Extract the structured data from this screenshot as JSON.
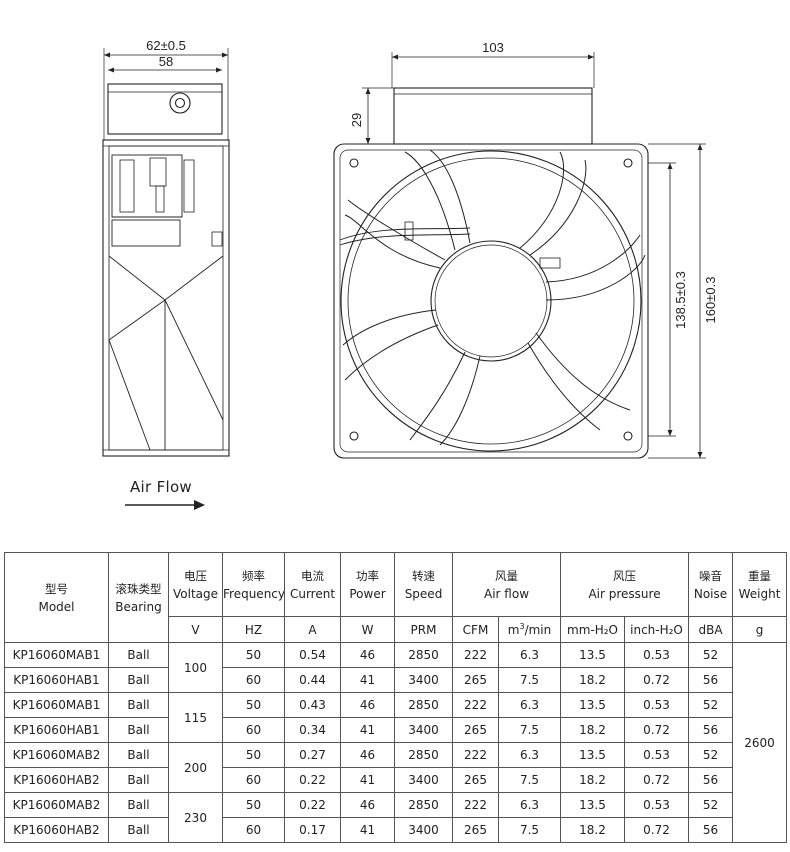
{
  "drawing": {
    "side_dims": {
      "outer": "62±0.5",
      "inner": "58"
    },
    "front_dims": {
      "depth": "103",
      "height_29": "29",
      "hole_spacing": "138.5±0.3",
      "frame_size": "160±0.3"
    },
    "airflow_label": "Air Flow"
  },
  "table": {
    "headers": {
      "model": {
        "zh": "型号",
        "en": "Model"
      },
      "bearing": {
        "zh": "滚珠类型",
        "en": "Bearing"
      },
      "voltage": {
        "zh": "电压",
        "en": "Voltage",
        "unit": "V"
      },
      "frequency": {
        "zh": "频率",
        "en": "Frequency",
        "unit": "HZ"
      },
      "current": {
        "zh": "电流",
        "en": "Current",
        "unit": "A"
      },
      "power": {
        "zh": "功率",
        "en": "Power",
        "unit": "W"
      },
      "speed": {
        "zh": "转速",
        "en": "Speed",
        "unit": "PRM"
      },
      "airflow": {
        "zh": "风量",
        "en": "Air flow",
        "unit_cfm": "CFM",
        "unit_m3": "m",
        "unit_m3_sup": "3",
        "unit_m3_tail": "/min"
      },
      "pressure": {
        "zh": "风压",
        "en": "Air pressure",
        "unit_mm": "mm-H₂O",
        "unit_inch": "inch-H₂O"
      },
      "noise": {
        "zh": "噪音",
        "en": "Noise",
        "unit": "dBA"
      },
      "weight": {
        "zh": "重量",
        "en": "Weight",
        "unit": "g"
      }
    },
    "voltages": [
      "100",
      "115",
      "200",
      "230"
    ],
    "weight_value": "2600",
    "rows": [
      {
        "model": "KP16060MAB1",
        "bearing": "Ball",
        "freq": "50",
        "current": "0.54",
        "power": "46",
        "speed": "2850",
        "cfm": "222",
        "m3": "6.3",
        "mm": "13.5",
        "inch": "0.53",
        "noise": "52"
      },
      {
        "model": "KP16060HAB1",
        "bearing": "Ball",
        "freq": "60",
        "current": "0.44",
        "power": "41",
        "speed": "3400",
        "cfm": "265",
        "m3": "7.5",
        "mm": "18.2",
        "inch": "0.72",
        "noise": "56"
      },
      {
        "model": "KP16060MAB1",
        "bearing": "Ball",
        "freq": "50",
        "current": "0.43",
        "power": "46",
        "speed": "2850",
        "cfm": "222",
        "m3": "6.3",
        "mm": "13.5",
        "inch": "0.53",
        "noise": "52"
      },
      {
        "model": "KP16060HAB1",
        "bearing": "Ball",
        "freq": "60",
        "current": "0.34",
        "power": "41",
        "speed": "3400",
        "cfm": "265",
        "m3": "7.5",
        "mm": "18.2",
        "inch": "0.72",
        "noise": "56"
      },
      {
        "model": "KP16060MAB2",
        "bearing": "Ball",
        "freq": "50",
        "current": "0.27",
        "power": "46",
        "speed": "2850",
        "cfm": "222",
        "m3": "6.3",
        "mm": "13.5",
        "inch": "0.53",
        "noise": "52"
      },
      {
        "model": "KP16060HAB2",
        "bearing": "Ball",
        "freq": "60",
        "current": "0.22",
        "power": "41",
        "speed": "3400",
        "cfm": "265",
        "m3": "7.5",
        "mm": "18.2",
        "inch": "0.72",
        "noise": "56"
      },
      {
        "model": "KP16060MAB2",
        "bearing": "Ball",
        "freq": "50",
        "current": "0.22",
        "power": "46",
        "speed": "2850",
        "cfm": "222",
        "m3": "6.3",
        "mm": "13.5",
        "inch": "0.53",
        "noise": "52"
      },
      {
        "model": "KP16060HAB2",
        "bearing": "Ball",
        "freq": "60",
        "current": "0.17",
        "power": "41",
        "speed": "3400",
        "cfm": "265",
        "m3": "7.5",
        "mm": "18.2",
        "inch": "0.72",
        "noise": "56"
      }
    ]
  }
}
